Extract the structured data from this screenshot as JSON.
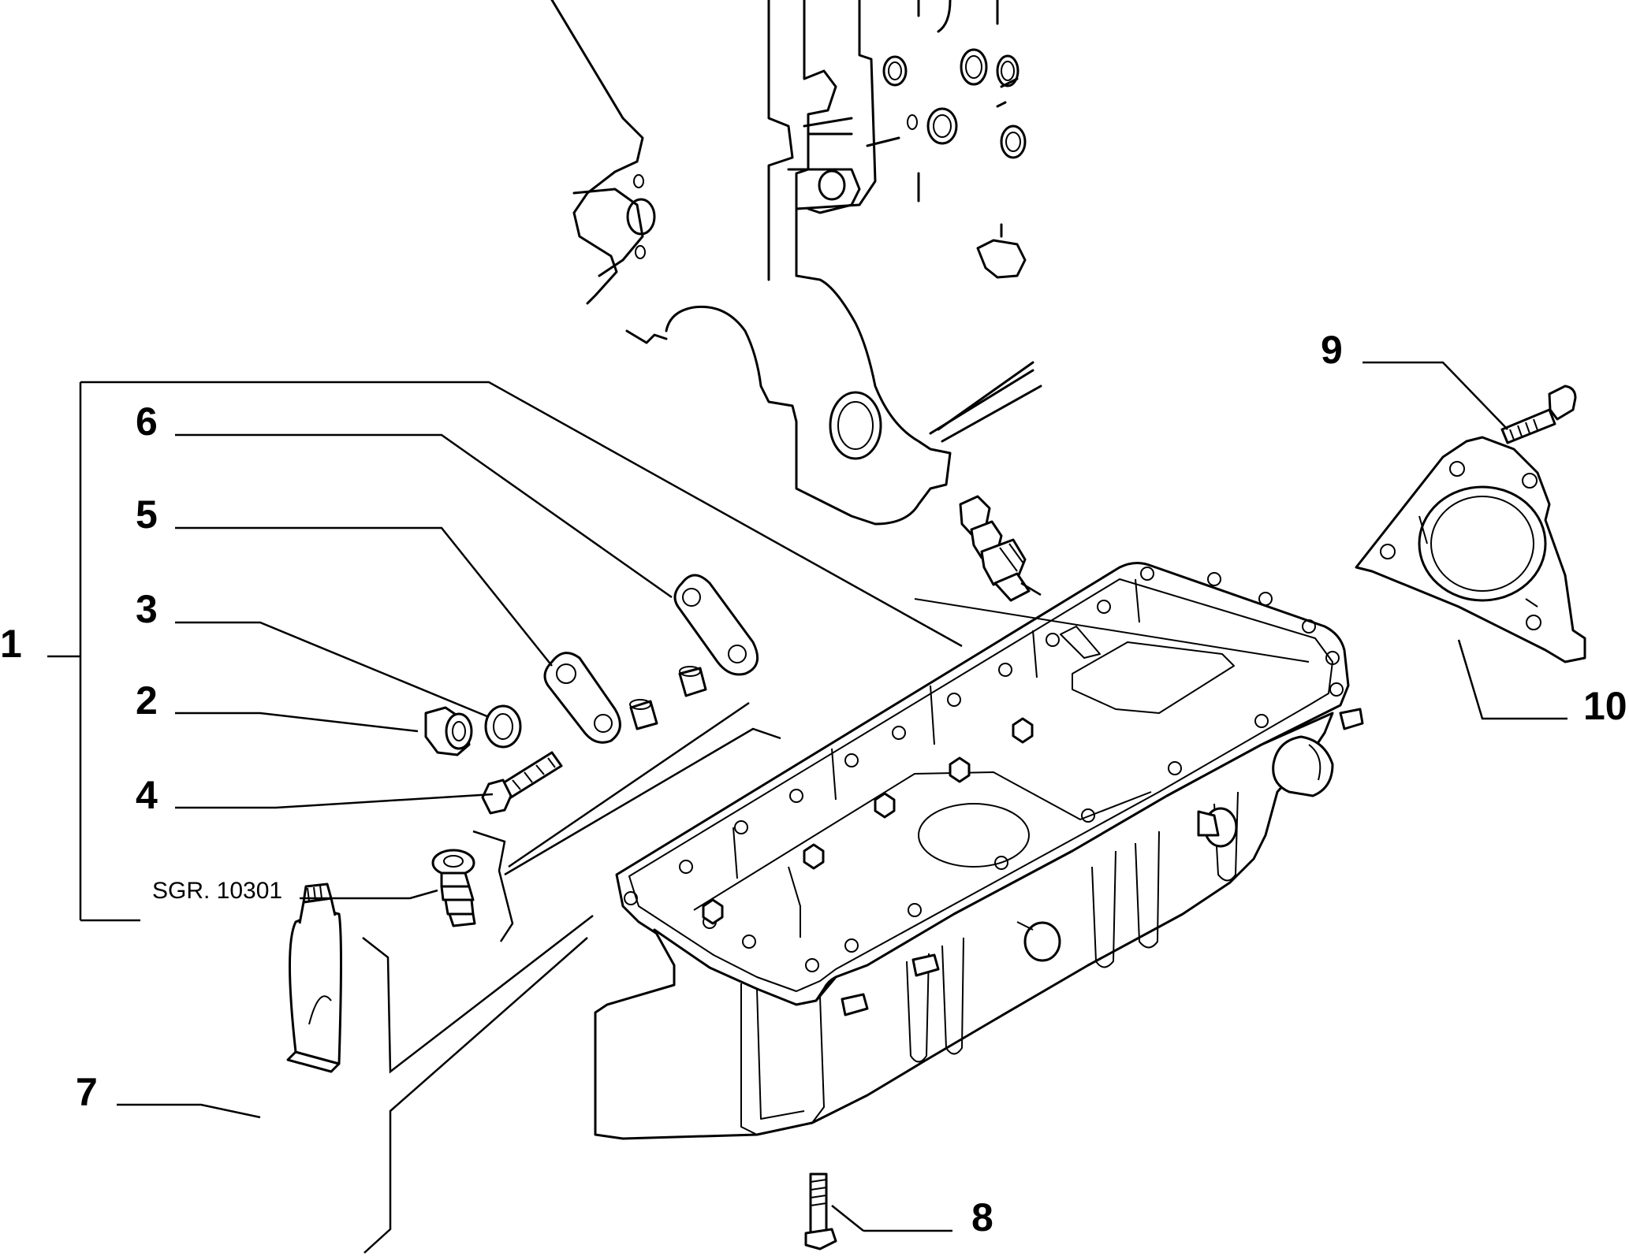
{
  "callouts": {
    "c1": "1",
    "c2": "2",
    "c3": "3",
    "c4": "4",
    "c5": "5",
    "c6": "6",
    "c7": "7",
    "c8": "8",
    "c9": "9",
    "c10": "10"
  },
  "group_reference": "SGR. 10301"
}
